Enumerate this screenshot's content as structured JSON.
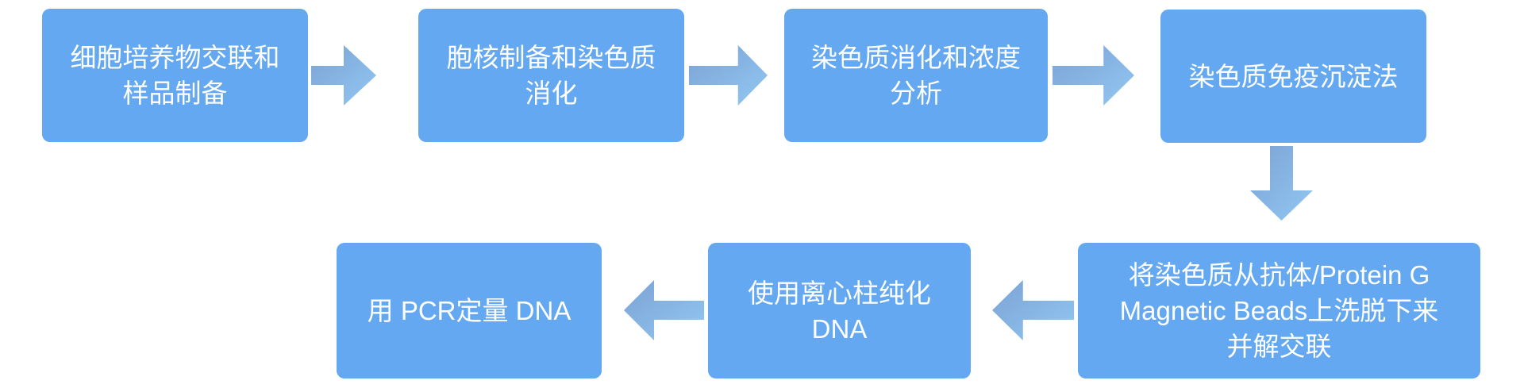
{
  "colors": {
    "background": "#FFFFFF",
    "box_fill": "#63A8F0",
    "box_text": "#FFFFFF",
    "arrow_gradient_start": "#7BA2D3",
    "arrow_gradient_end": "#93C8F3"
  },
  "flow": {
    "type": "flowchart",
    "steps": [
      {
        "id": 1,
        "label": "细胞培养物交联和样品制备",
        "lines": [
          "细胞培养物交联和",
          "样品制备"
        ]
      },
      {
        "id": 2,
        "label": "胞核制备和染色质消化",
        "lines": [
          "胞核制备和染色质",
          "消化"
        ]
      },
      {
        "id": 3,
        "label": "染色质消化和浓度分析",
        "lines": [
          "染色质消化和浓度",
          "分析"
        ]
      },
      {
        "id": 4,
        "label": "染色质免疫沉淀法",
        "lines": [
          "染色质免疫沉淀法"
        ]
      },
      {
        "id": 5,
        "label": "将染色质从抗体/Protein G Magnetic Beads上洗脱下来并解交联",
        "lines": [
          "将染色质从抗体/Protein G",
          "Magnetic Beads上洗脱下来",
          "并解交联"
        ]
      },
      {
        "id": 6,
        "label": "使用离心柱纯化 DNA",
        "lines": [
          "使用离心柱纯化",
          "DNA"
        ]
      },
      {
        "id": 7,
        "label": "用 PCR定量 DNA",
        "lines": [
          "用 PCR定量 DNA"
        ]
      }
    ],
    "connections": [
      {
        "from": 1,
        "to": 2,
        "direction": "right"
      },
      {
        "from": 2,
        "to": 3,
        "direction": "right"
      },
      {
        "from": 3,
        "to": 4,
        "direction": "right"
      },
      {
        "from": 4,
        "to": 5,
        "direction": "down"
      },
      {
        "from": 5,
        "to": 6,
        "direction": "left"
      },
      {
        "from": 6,
        "to": 7,
        "direction": "left"
      }
    ]
  }
}
